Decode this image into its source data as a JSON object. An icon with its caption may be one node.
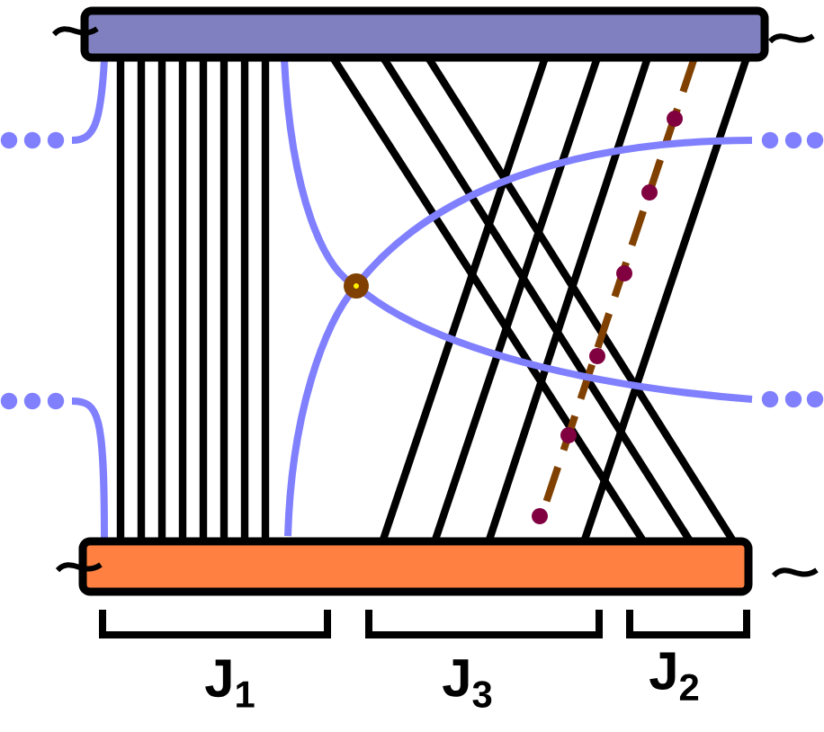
{
  "diagram": {
    "labels": [
      "J$_{1}$",
      "J$_{3}$",
      "J$_{2}$"
    ]
  }
}
